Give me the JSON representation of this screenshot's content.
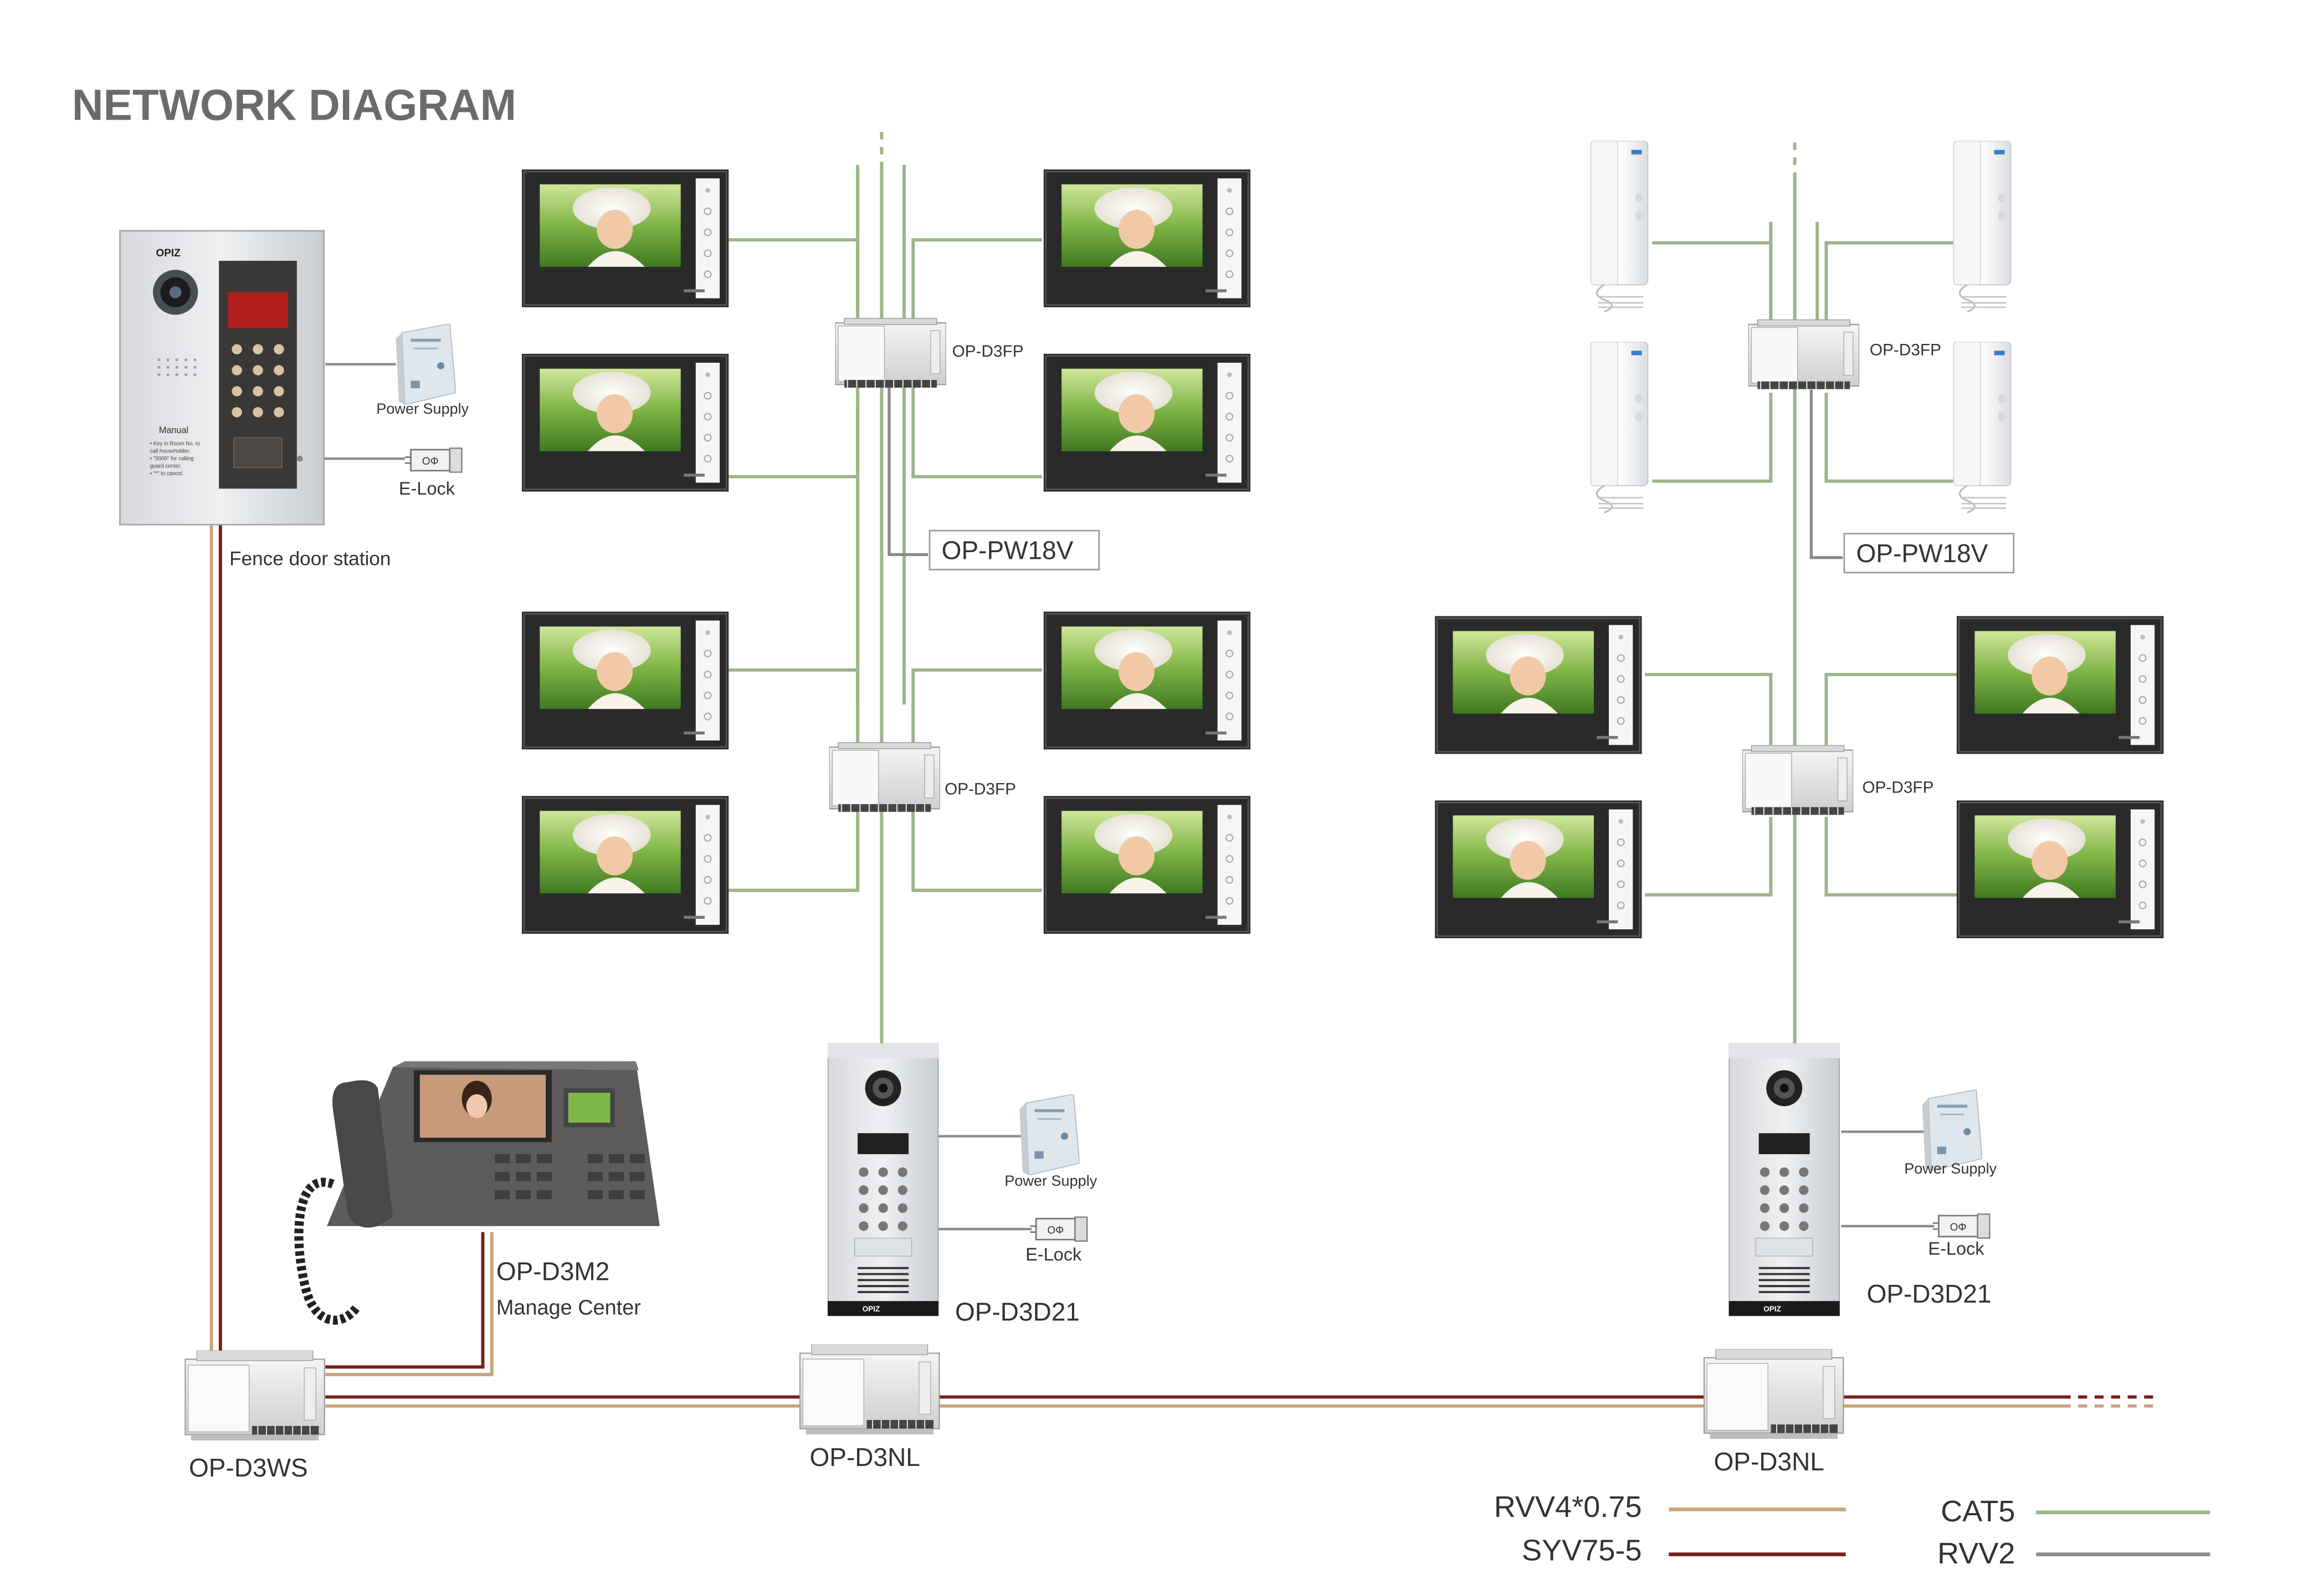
{
  "title": "NETWORK DIAGRAM",
  "labels": {
    "fence_station": "Fence door station",
    "power_supply": "Power Supply",
    "elock": "E-Lock",
    "d3fp": "OP-D3FP",
    "pw18v": "OP-PW18V",
    "d3d21": "OP-D3D21",
    "d3nl": "OP-D3NL",
    "d3ws": "OP-D3WS",
    "d3m2": "OP-D3M2",
    "manage_center": "Manage Center"
  },
  "brand": "OPIZ",
  "fence_panel": {
    "manual_title": "Manual",
    "manual_lines": [
      "• Key in Room No. to",
      "call householder.",
      "• \"0000\" for calling",
      "guard center.",
      "• \"*\" to cancel."
    ]
  },
  "legend": [
    {
      "name": "RVV4*0.75",
      "color": "#c9a57c"
    },
    {
      "name": "SYV75-5",
      "color": "#7a1f1f"
    },
    {
      "name": "CAT5",
      "color": "#9db58a"
    },
    {
      "name": "RVV2",
      "color": "#8a8a8a"
    }
  ],
  "colors": {
    "cat5": "#9db58a",
    "rvv2": "#8a8a8a",
    "rvv4": "#c9a57c",
    "syv": "#7a1f1f",
    "title": "#6b6b6b"
  }
}
